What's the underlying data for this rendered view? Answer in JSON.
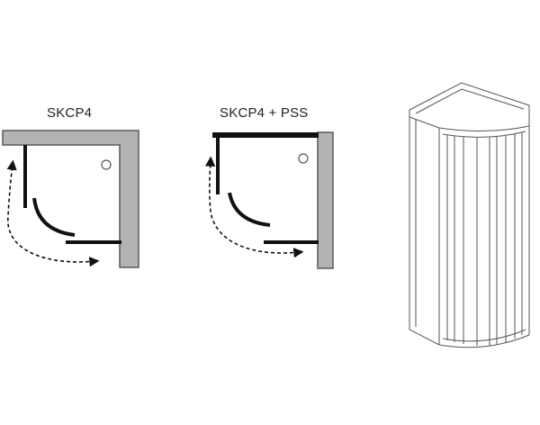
{
  "variants": [
    {
      "label": "SKCP4"
    },
    {
      "label": "SKCP4 + PSS"
    }
  ],
  "colors": {
    "wall_fill": "#b3b3b3",
    "wall_stroke": "#5a5a5a",
    "door_panel": "#111111",
    "arrow": "#111111",
    "enclosure_line": "#555555",
    "background": "#ffffff"
  },
  "icons": {
    "drain": "drain-icon",
    "open_arrow": "door-opening-arrow"
  }
}
